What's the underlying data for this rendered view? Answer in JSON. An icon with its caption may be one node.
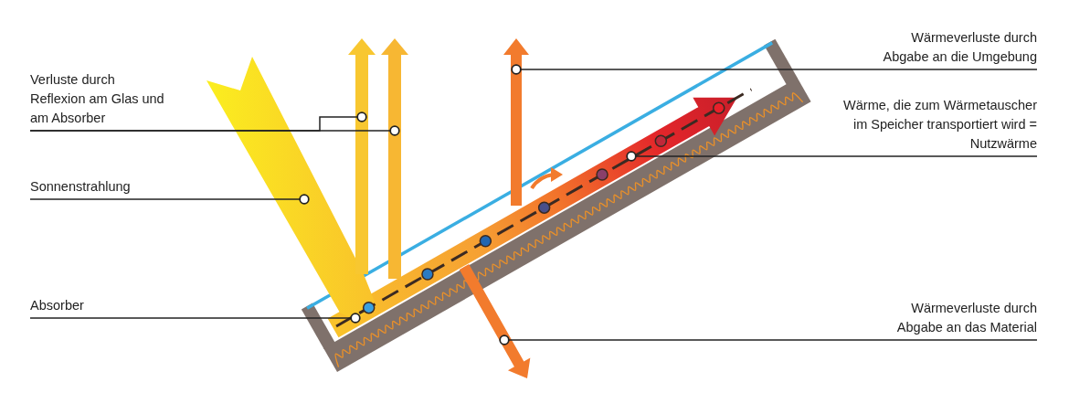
{
  "diagram": {
    "nodes": [
      {
        "text": [
          "Verluste durch Reflexion am Glas und am Absorber"
        ]
      },
      {
        "text": [
          "Sonnenstrahlung"
        ]
      },
      {
        "text": [
          "Absorber"
        ]
      },
      {
        "text": [
          "Wärmeverluste durch Abgabe an die Umgebung"
        ]
      },
      {
        "text": [
          "Wärme, die zum Wärmetauscher im Speicher transportiert wird = Nutzwärme"
        ]
      },
      {
        "text": [
          "Wärmeverluste durch Abgabe an das Material"
        ]
      },
      {
        "text": [],
        "shape": "arrow"
      },
      {
        "text": [],
        "shape": "arrow"
      },
      {
        "text": [],
        "shape": "band"
      },
      {
        "text": [],
        "shape": "line"
      },
      {
        "text": [],
        "shape": "arrow"
      },
      {
        "text": [],
        "shape": "arrow"
      },
      {
        "text": [],
        "shape": "arrow"
      }
    ],
    "edges": [
      {
        "from": 0,
        "to": 6,
        "arrow": "other"
      },
      {
        "from": 0,
        "to": 7,
        "arrow": "other"
      },
      {
        "from": 1,
        "to": 8,
        "arrow": "other"
      },
      {
        "from": 2,
        "to": 9,
        "arrow": "other"
      },
      {
        "from": 3,
        "to": 10,
        "arrow": "other"
      },
      {
        "from": 4,
        "to": 11,
        "arrow": "other"
      },
      {
        "from": 5,
        "to": 12,
        "arrow": "other"
      }
    ]
  }
}
